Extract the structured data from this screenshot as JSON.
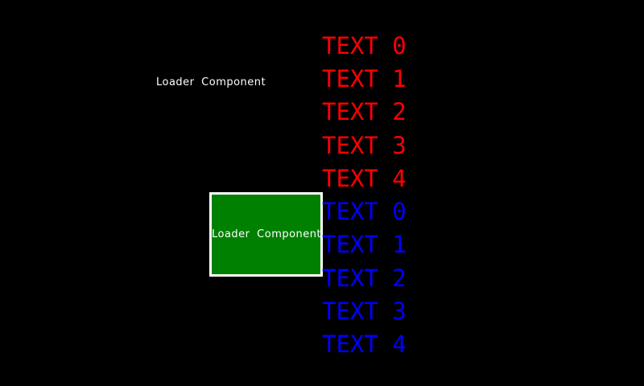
{
  "colors": {
    "background": "#000000",
    "box_fill": "#008000",
    "box_border": "#ffffff",
    "label": "#ffffff",
    "red": "#ff0000",
    "blue": "#0000ff"
  },
  "loader_label": {
    "text": "Loader Component"
  },
  "loader_box": {
    "text": "Loader Component"
  },
  "text_list": {
    "items": [
      {
        "label": "TEXT 0",
        "color": "#ff0000"
      },
      {
        "label": "TEXT 1",
        "color": "#ff0000"
      },
      {
        "label": "TEXT 2",
        "color": "#ff0000"
      },
      {
        "label": "TEXT 3",
        "color": "#ff0000"
      },
      {
        "label": "TEXT 4",
        "color": "#ff0000"
      },
      {
        "label": "TEXT 0",
        "color": "#0000ff"
      },
      {
        "label": "TEXT 1",
        "color": "#0000ff"
      },
      {
        "label": "TEXT 2",
        "color": "#0000ff"
      },
      {
        "label": "TEXT 3",
        "color": "#0000ff"
      },
      {
        "label": "TEXT 4",
        "color": "#0000ff"
      }
    ]
  }
}
